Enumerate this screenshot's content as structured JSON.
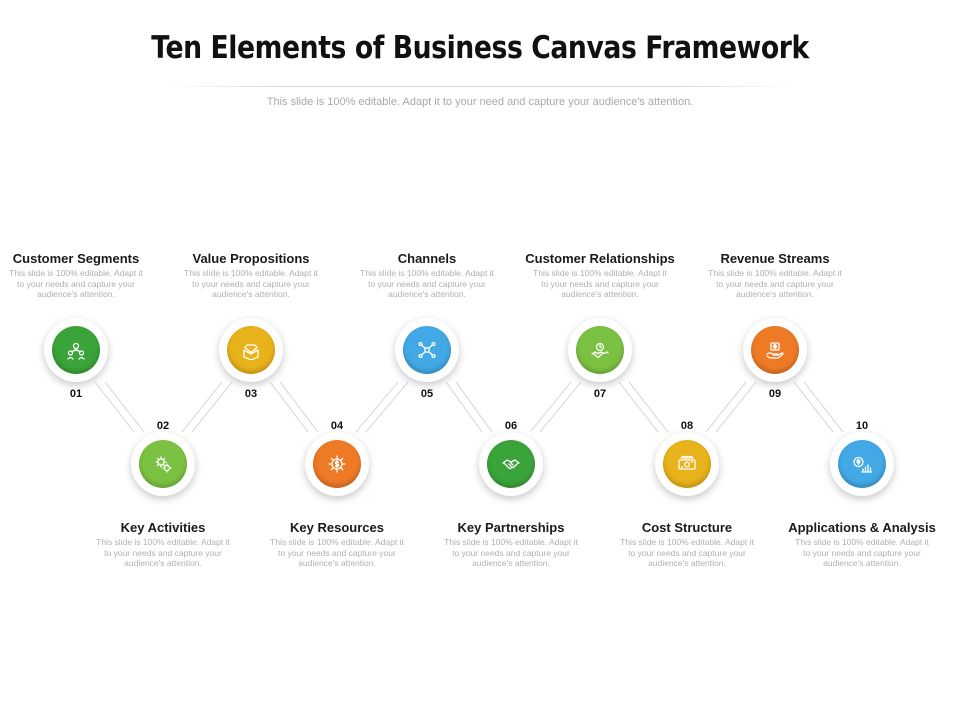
{
  "title": "Ten Elements of Business Canvas Framework",
  "subtitle": "This slide is 100% editable. Adapt it to your need and capture your audience's attention.",
  "steps": [
    {
      "number": "01",
      "name": "Customer Segments",
      "desc": "This slide is 100% editable. Adapt it to your needs and capture your audience's attention.",
      "color": "#3aa43a",
      "icon": "customer-group-icon"
    },
    {
      "number": "02",
      "name": "Key Activities",
      "desc": "This slide is 100% editable. Adapt it to your needs and capture your audience's attention.",
      "color": "#7cc242",
      "icon": "gears-icon"
    },
    {
      "number": "03",
      "name": "Value Propositions",
      "desc": "This slide is 100% editable. Adapt it to your needs and capture your audience's attention.",
      "color": "#e8b21a",
      "icon": "diamond-box-icon"
    },
    {
      "number": "04",
      "name": "Key Resources",
      "desc": "This slide is 100% editable. Adapt it to your needs and capture your audience's attention.",
      "color": "#ef7a25",
      "icon": "gear-dollar-icon"
    },
    {
      "number": "05",
      "name": "Channels",
      "desc": "This slide is 100% editable. Adapt it to your needs and capture your audience's attention.",
      "color": "#42a9e6",
      "icon": "network-nodes-icon"
    },
    {
      "number": "06",
      "name": "Key Partnerships",
      "desc": "This slide is 100% editable. Adapt it to your needs and capture your audience's attention.",
      "color": "#3aa43a",
      "icon": "handshake-icon"
    },
    {
      "number": "07",
      "name": "Customer Relationships",
      "desc": "This slide is 100% editable. Adapt it to your needs and capture your audience's attention.",
      "color": "#7cc242",
      "icon": "handshake-clock-icon"
    },
    {
      "number": "08",
      "name": "Cost Structure",
      "desc": "This slide is 100% editable. Adapt it to your needs and capture your audience's attention.",
      "color": "#e8b21a",
      "icon": "money-bills-icon"
    },
    {
      "number": "09",
      "name": "Revenue Streams",
      "desc": "This slide is 100% editable. Adapt it to your needs and capture your audience's attention.",
      "color": "#ef7a25",
      "icon": "hand-money-icon"
    },
    {
      "number": "10",
      "name": "Applications & Analysis",
      "desc": "This slide is 100% editable. Adapt it to your needs and capture your audience's attention.",
      "color": "#42a9e6",
      "icon": "analytics-chart-icon"
    }
  ]
}
